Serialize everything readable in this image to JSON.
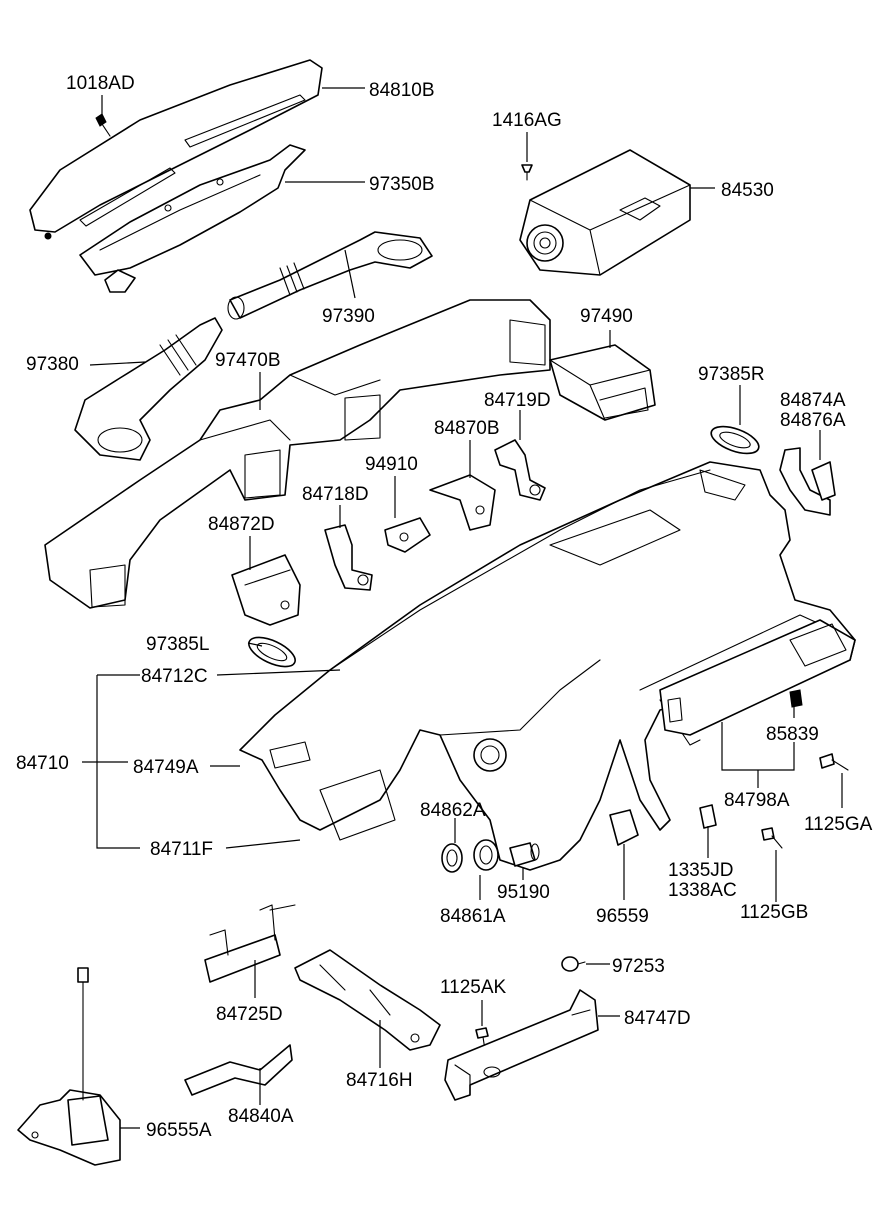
{
  "labels": {
    "p1018AD": "1018AD",
    "p84810B": "84810B",
    "p1416AG": "1416AG",
    "p97350B": "97350B",
    "p84530": "84530",
    "p97390": "97390",
    "p97490": "97490",
    "p97380": "97380",
    "p97470B": "97470B",
    "p97385R": "97385R",
    "p84874A": "84874A",
    "p84876A": "84876A",
    "p84719D": "84719D",
    "p84870B": "84870B",
    "p94910": "94910",
    "p84718D": "84718D",
    "p84872D": "84872D",
    "p97385L": "97385L",
    "p84712C": "84712C",
    "p84710": "84710",
    "p84749A": "84749A",
    "p84711F": "84711F",
    "p85839": "85839",
    "p84798A": "84798A",
    "p1125GA": "1125GA",
    "p84862A": "84862A",
    "p95190": "95190",
    "p84861A": "84861A",
    "p96559": "96559",
    "p1335JD": "1335JD",
    "p1338AC": "1338AC",
    "p1125GB": "1125GB",
    "p97253": "97253",
    "p1125AK": "1125AK",
    "p84747D": "84747D",
    "p84725D": "84725D",
    "p84716H": "84716H",
    "p84840A": "84840A",
    "p96555A": "96555A"
  }
}
